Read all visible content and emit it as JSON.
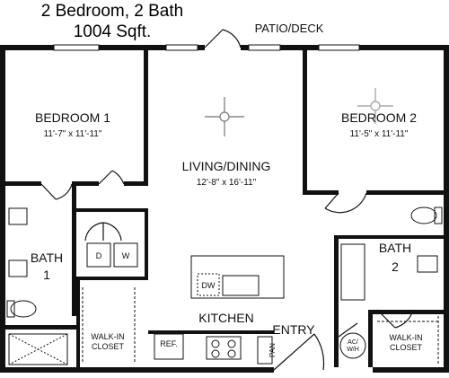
{
  "header": {
    "unit_type": "2 Bedroom, 2 Bath",
    "area": "1004 Sqft."
  },
  "rooms": {
    "bedroom1": {
      "name": "BEDROOM 1",
      "size": "11'-7\" x 11'-11\""
    },
    "bedroom2": {
      "name": "BEDROOM 2",
      "size": "11'-5\" x 11'-11\""
    },
    "living": {
      "name": "LIVING/DINING",
      "size": "12'-8\" x 16'-11\""
    },
    "bath1": {
      "name": "BATH",
      "number": "1"
    },
    "bath2": {
      "name": "BATH",
      "number": "2"
    },
    "kitchen": {
      "name": "KITCHEN"
    },
    "closet1": {
      "line1": "WALK-IN",
      "line2": "CLOSET"
    },
    "closet2": {
      "line1": "WALK-IN",
      "line2": "CLOSET"
    }
  },
  "labels": {
    "patio": "PATIO/DECK",
    "entry": "ENTRY",
    "washer_dryer_d": "D",
    "washer_dryer_w": "W",
    "dishwasher": "DW",
    "refrigerator": "REF.",
    "pantry": "PAN",
    "water_heater_1": "AC/",
    "water_heater_2": "W/H"
  }
}
